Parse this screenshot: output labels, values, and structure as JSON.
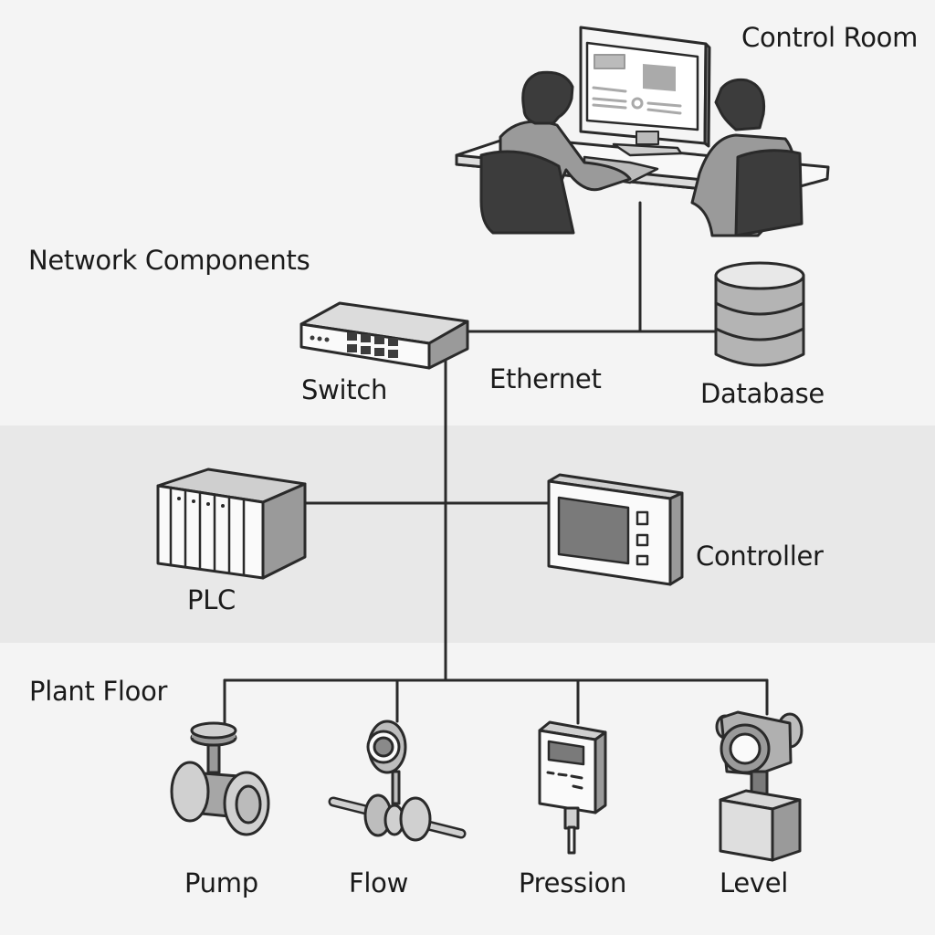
{
  "sections": {
    "control_room": "Control Room",
    "network_components": "Network Components",
    "plant_floor": "Plant Floor"
  },
  "nodes": {
    "switch": "Switch",
    "ethernet": "Ethernet",
    "database": "Database",
    "plc": "PLC",
    "controller": "Controller",
    "pump": "Pump",
    "flow": "Flow",
    "pression": "Pression",
    "level": "Level"
  },
  "colors": {
    "background": "#f4f4f4",
    "middle_band": "#e8e8e8",
    "stroke": "#2a2a2a",
    "mid_gray": "#9a9a9a",
    "dark_gray": "#3c3c3c",
    "light_gray": "#d0d0d0"
  }
}
